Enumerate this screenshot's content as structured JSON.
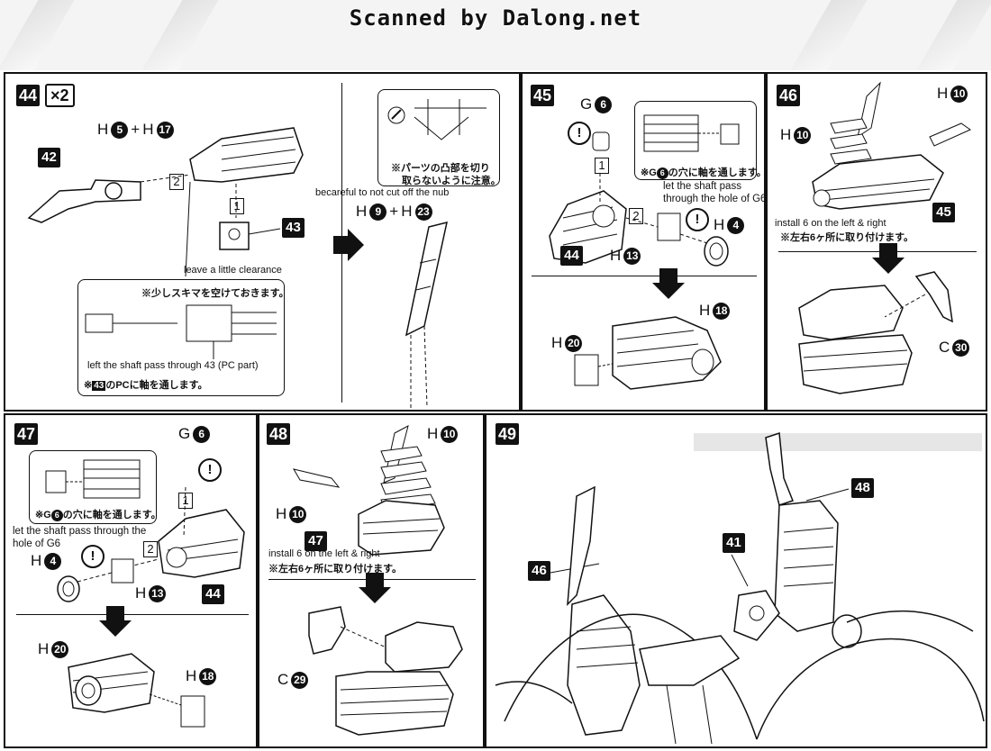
{
  "header": {
    "title": "Scanned by Dalong.net"
  },
  "step44": {
    "num": "44",
    "multiplier": "×2",
    "parts_top": [
      "H",
      "5",
      "+",
      "H",
      "17"
    ],
    "tag42": "42",
    "tag43": "43",
    "box1": "1",
    "box2": "2",
    "note_en_clearance": "leave a little clearance",
    "note_jp_clearance": "※少しスキマを空けておきます。",
    "note_en_shaft": "left the shaft pass through 43 (PC part)",
    "note_jp_shaft_pre": "※",
    "note_jp_shaft_tag": "43",
    "note_jp_shaft_post": "のPCに軸を通します。",
    "note_en_nub": "becareful to not cut off the nub",
    "note_jp_nub_1": "※パーツの凸部を切り",
    "note_jp_nub_2": "取らないように注意。",
    "parts_mid": [
      "H",
      "9",
      "+",
      "H",
      "23"
    ],
    "callout_num": "5"
  },
  "step45": {
    "num": "45",
    "g": "G",
    "g_num": "6",
    "box1": "1",
    "box2": "2",
    "note_jp": "※G",
    "note_jp_num": "6",
    "note_jp_post": "の穴に軸を通します。",
    "note_en": "let the shaft pass through the hole of G6",
    "h4": "H",
    "h4_num": "4",
    "h13": "H",
    "h13_num": "13",
    "tag44": "44",
    "h18": "H",
    "h18_num": "18",
    "h20": "H",
    "h20_num": "20"
  },
  "step46": {
    "num": "46",
    "h10a": "H",
    "h10a_num": "10",
    "h10b": "H",
    "h10b_num": "10",
    "tag45": "45",
    "note_en": "install 6 on the left & right",
    "note_jp": "※左右6ヶ所に取り付けます。",
    "c": "C",
    "c_num": "30"
  },
  "step47": {
    "num": "47",
    "g": "G",
    "g_num": "6",
    "box1": "1",
    "box2": "2",
    "note_jp": "※G",
    "note_jp_num": "6",
    "note_jp_post": "の穴に軸を通します。",
    "note_en": "let the shaft pass through the hole of G6",
    "h4": "H",
    "h4_num": "4",
    "h13": "H",
    "h13_num": "13",
    "tag44": "44",
    "h20": "H",
    "h20_num": "20",
    "h18": "H",
    "h18_num": "18"
  },
  "step48": {
    "num": "48",
    "h10a": "H",
    "h10a_num": "10",
    "h10b": "H",
    "h10b_num": "10",
    "tag47": "47",
    "note_en": "install 6 on the left & right",
    "note_jp": "※左右6ヶ所に取り付けます。",
    "c": "C",
    "c_num": "29"
  },
  "step49": {
    "num": "49",
    "tag46": "46",
    "tag48": "48",
    "tag41": "41"
  }
}
